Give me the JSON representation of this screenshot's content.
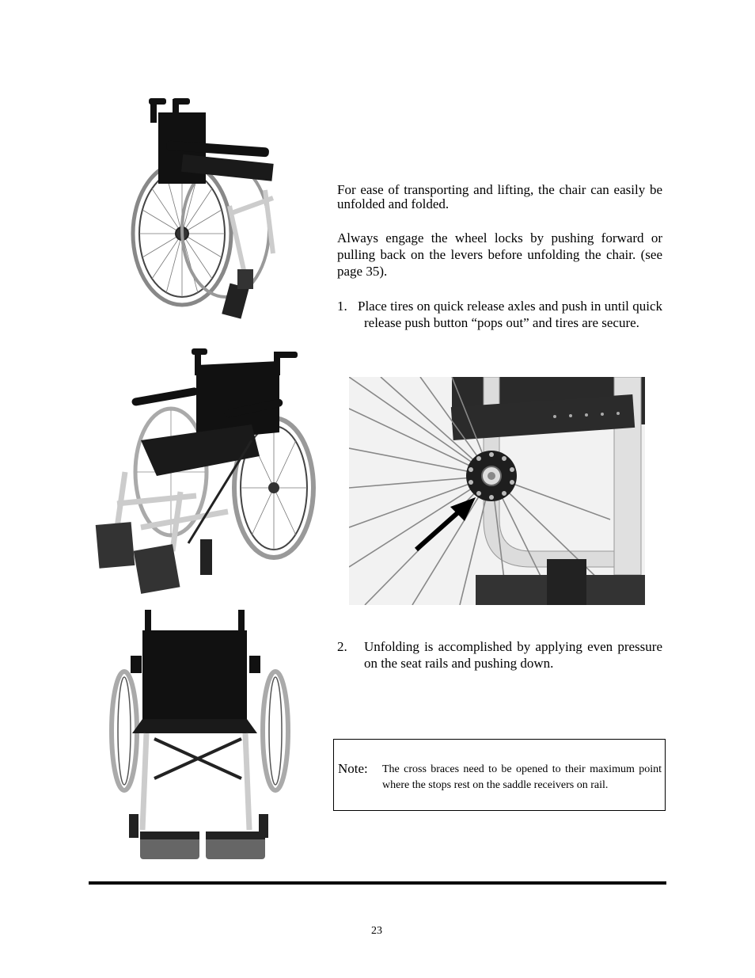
{
  "intro": "For ease of transporting and lifting, the chair can easily be unfolded and folded.",
  "warning": "Always engage the wheel locks by pushing forward or pulling back on the levers before unfolding the chair. (see page 35).",
  "steps": [
    {
      "num": "1.",
      "text": "Place tires on quick release axles and push in until quick release push button “pops out” and tires are secure."
    },
    {
      "num": "2.",
      "text": "Unfolding is accomplished by applying even pressure on the seat rails and pushing down."
    }
  ],
  "note": {
    "label": "Note:",
    "text": "The cross braces need to be opened to their maximum point where the stops rest on the saddle receivers on rail."
  },
  "page_number": "23"
}
